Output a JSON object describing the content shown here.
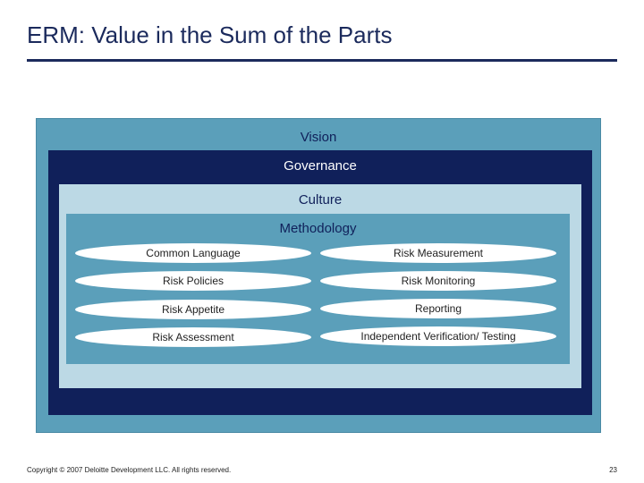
{
  "title": "ERM: Value in the Sum of the Parts",
  "layers": {
    "vision": "Vision",
    "governance": "Governance",
    "culture": "Culture",
    "methodology": "Methodology"
  },
  "components": {
    "left": [
      "Common Language",
      "Risk Policies",
      "Risk Appetite",
      "Risk Assessment"
    ],
    "right": [
      "Risk Measurement",
      "Risk Monitoring",
      "Reporting",
      "Independent Verification/ Testing"
    ]
  },
  "footer": {
    "copyright": "Copyright © 2007 Deloitte Development LLC. All rights reserved.",
    "page_number": "23"
  },
  "colors": {
    "vision": "#5b9fba",
    "governance": "#10205a",
    "culture": "#bcd9e5",
    "methodology": "#5b9fba",
    "title": "#1b2a5c"
  }
}
